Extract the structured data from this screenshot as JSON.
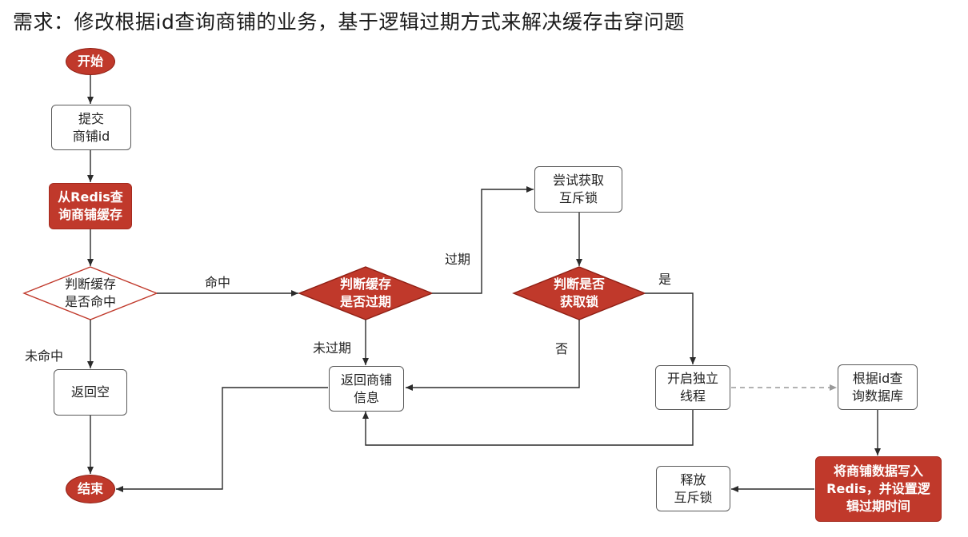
{
  "title": "需求：修改根据id查询商铺的业务，基于逻辑过期方式来解决缓存击穿问题",
  "colors": {
    "accent": "#c0392b",
    "line": "#2b2b2b",
    "border": "#5a5a5a",
    "dashed": "#aaaaaa"
  },
  "nodes": {
    "start": "开始",
    "submit": "提交\n商铺id",
    "query_redis": "从Redis查\n询商铺缓存",
    "check_hit": "判断缓存\n是否命中",
    "return_empty": "返回空",
    "end": "结束",
    "check_expired": "判断缓存\n是否过期",
    "return_info": "返回商铺\n信息",
    "try_lock": "尝试获取\n互斥锁",
    "check_lock": "判断是否\n获取锁",
    "start_thread": "开启独立\n线程",
    "query_db": "根据id查\n询数据库",
    "write_redis": "将商铺数据写入\nRedis，并设置逻\n辑过期时间",
    "release_lock": "释放\n互斥锁"
  },
  "edge_labels": {
    "hit": "命中",
    "miss": "未命中",
    "expired": "过期",
    "not_expired": "未过期",
    "yes": "是",
    "no": "否"
  }
}
